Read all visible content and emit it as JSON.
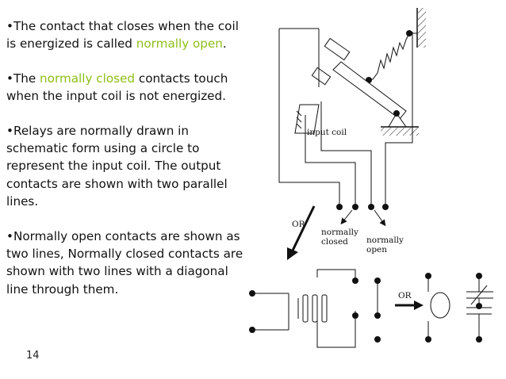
{
  "bullets": [
    {
      "bullet": "•",
      "parts": [
        {
          "text": "The contact that closes when the coil is energized is called "
        },
        {
          "text": "normally open",
          "highlight": true
        },
        {
          "text": "."
        }
      ]
    },
    {
      "bullet": "•",
      "parts": [
        {
          "text": "The "
        },
        {
          "text": "normally closed",
          "highlight": true
        },
        {
          "text": " contacts touch when the input coil is not energized."
        }
      ]
    },
    {
      "bullet": "•",
      "parts": [
        {
          "text": "Relays are normally drawn in schematic form using a circle to represent the input coil. The output contacts are shown with two parallel lines."
        }
      ]
    },
    {
      "bullet": "•",
      "parts": [
        {
          "text": "Normally open contacts are shown as two lines, Normally closed contacts are shown with two lines with a diagonal line through them."
        }
      ]
    }
  ],
  "page_number": "14",
  "colors": {
    "highlight": "#8fbf1a",
    "text": "#111111"
  },
  "diagram": {
    "input_coil_label": "input coil",
    "or_label_top": "OR",
    "or_label_bottom": "OR",
    "normally_closed_label": [
      "normally",
      "closed"
    ],
    "normally_open_label": [
      "normally",
      "open"
    ]
  }
}
